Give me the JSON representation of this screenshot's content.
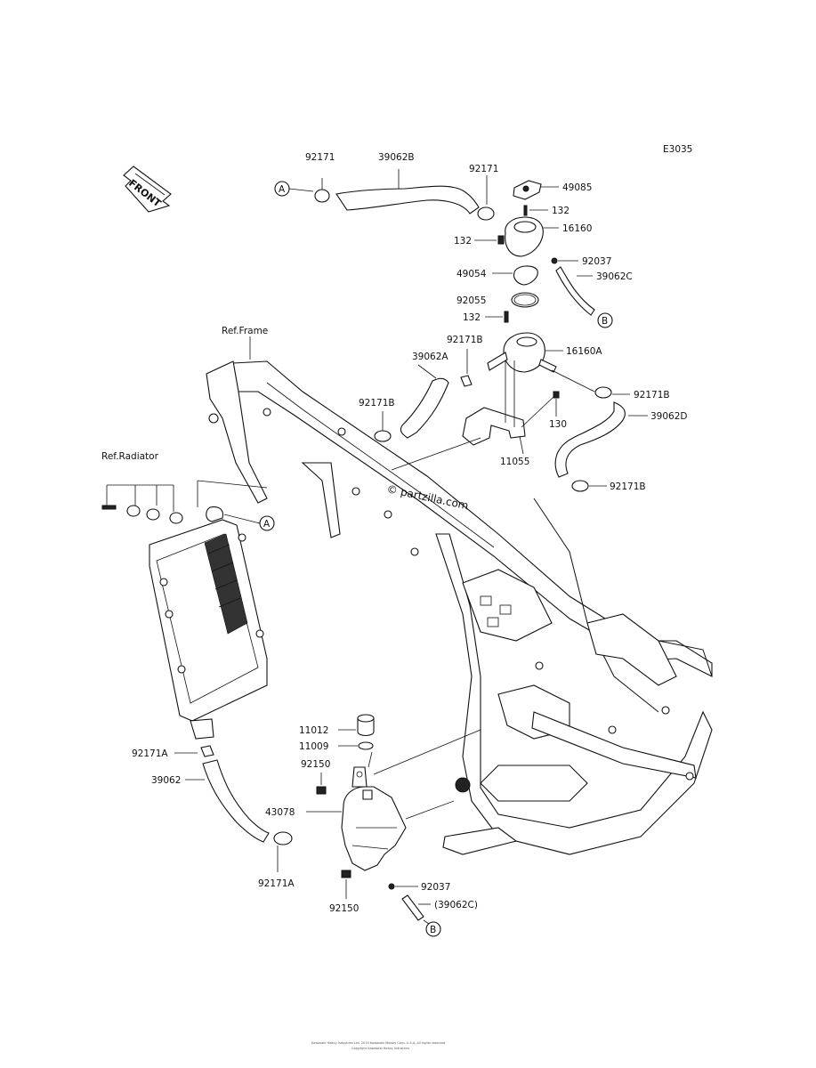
{
  "diagram_code": "E3035",
  "front_label": "FRONT",
  "watermark": "© partzilla.com",
  "ref_labels": {
    "frame": "Ref.Frame",
    "radiator": "Ref.Radiator"
  },
  "callouts": {
    "a_top": "A",
    "a_mid": "A",
    "b_upper": "B",
    "b_lower": "B"
  },
  "labels": {
    "p92171_left": "92171",
    "p39062b": "39062B",
    "p92171_mid": "92171",
    "p49085": "49085",
    "p132_a": "132",
    "p16160": "16160",
    "p132_b": "132",
    "p92037_top": "92037",
    "p49054": "49054",
    "p39062c": "39062C",
    "p92055": "92055",
    "p132_c": "132",
    "p92171b_a": "92171B",
    "p39062a": "39062A",
    "p16160a": "16160A",
    "p92171b_b": "92171B",
    "p92171b_c": "92171B",
    "p39062d": "39062D",
    "p130": "130",
    "p11055": "11055",
    "p92171b_d": "92171B",
    "p11012": "11012",
    "p11009": "11009",
    "p92150_a": "92150",
    "p43078": "43078",
    "p92171a_left": "92171A",
    "p39062": "39062",
    "p92171a_bottom": "92171A",
    "p92037_bottom": "92037",
    "p39062c_paren": "(39062C)",
    "p92150_b": "92150"
  },
  "footer_line1": "Kawasaki Heavy Industries Ltd. 2019 Kawasaki Motors Corp. U.S.A. All rights reserved",
  "footer_line2": "Copyright Kawasaki Heavy Industries"
}
